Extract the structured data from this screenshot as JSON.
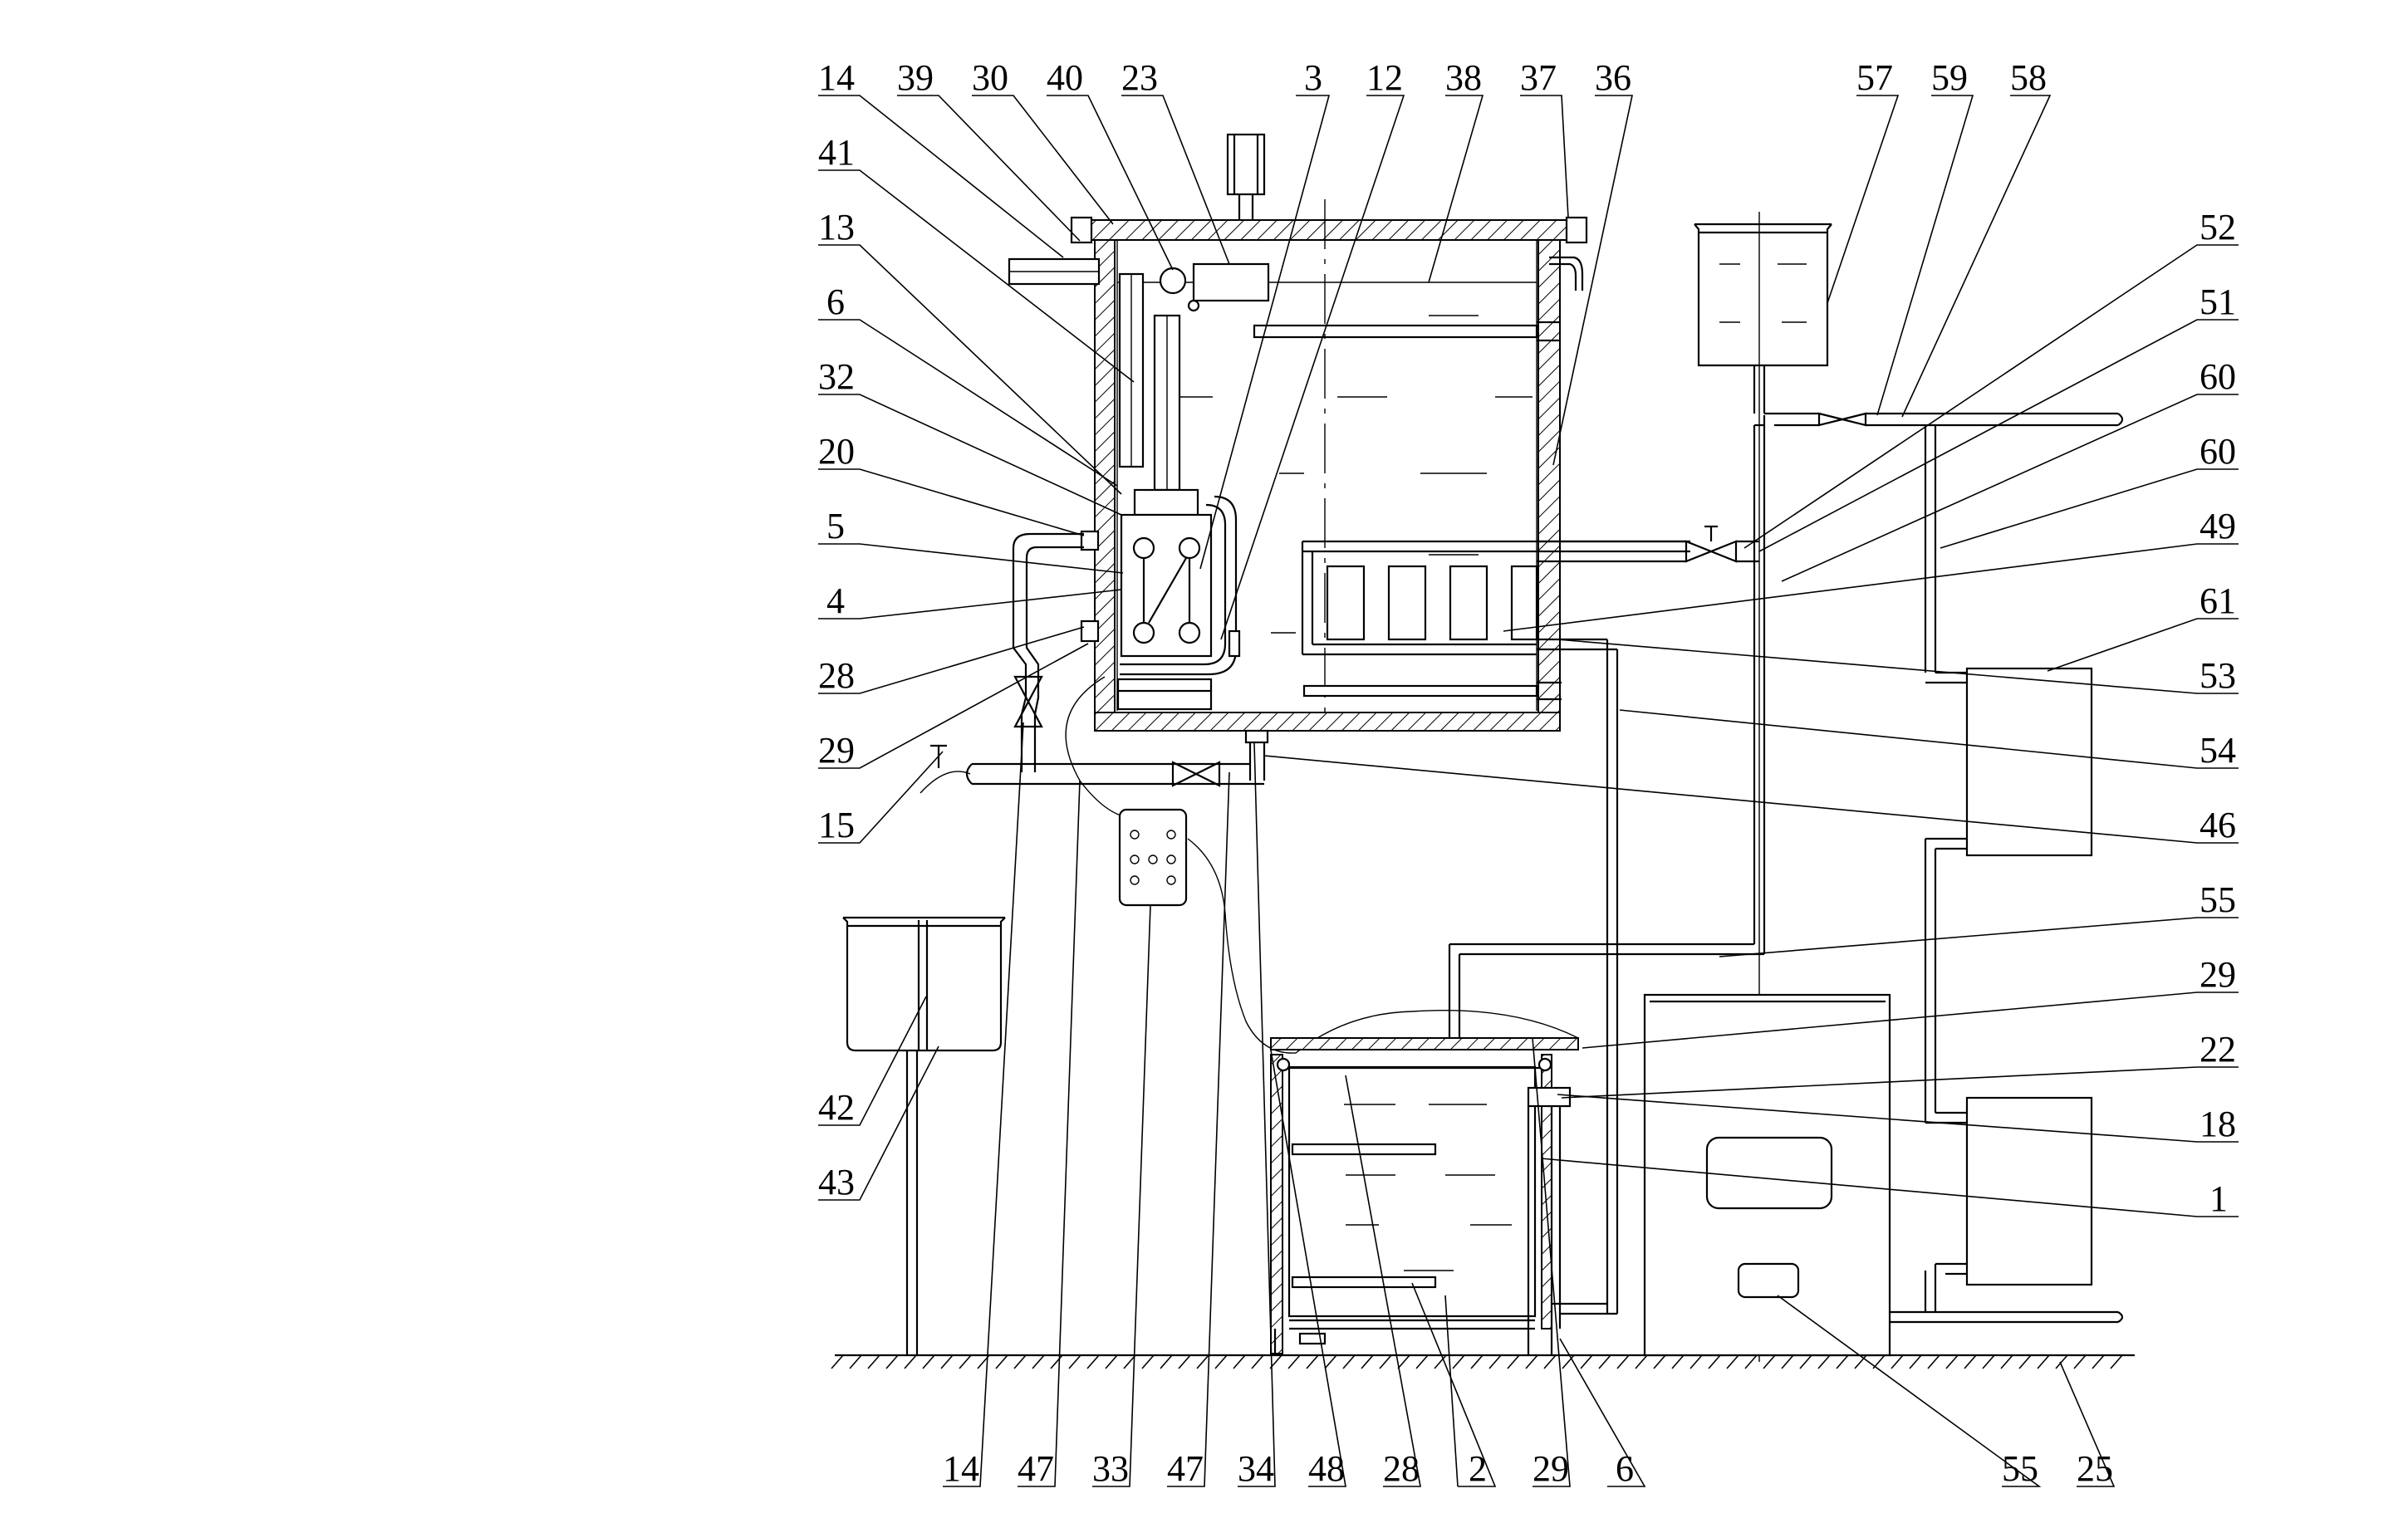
{
  "callouts": {
    "top": [
      "14",
      "39",
      "30",
      "40",
      "23",
      "3",
      "12",
      "38",
      "37",
      "36",
      "57",
      "59",
      "58"
    ],
    "left": [
      "41",
      "13",
      "6",
      "32",
      "20",
      "5",
      "4",
      "28",
      "29",
      "15",
      "42",
      "43"
    ],
    "right": [
      "52",
      "51",
      "60",
      "60",
      "49",
      "61",
      "53",
      "54",
      "46",
      "55",
      "29",
      "22",
      "18",
      "1"
    ],
    "bottom": [
      "14",
      "47",
      "33",
      "47",
      "34",
      "48",
      "28",
      "2",
      "29",
      "6",
      "55",
      "25"
    ]
  }
}
